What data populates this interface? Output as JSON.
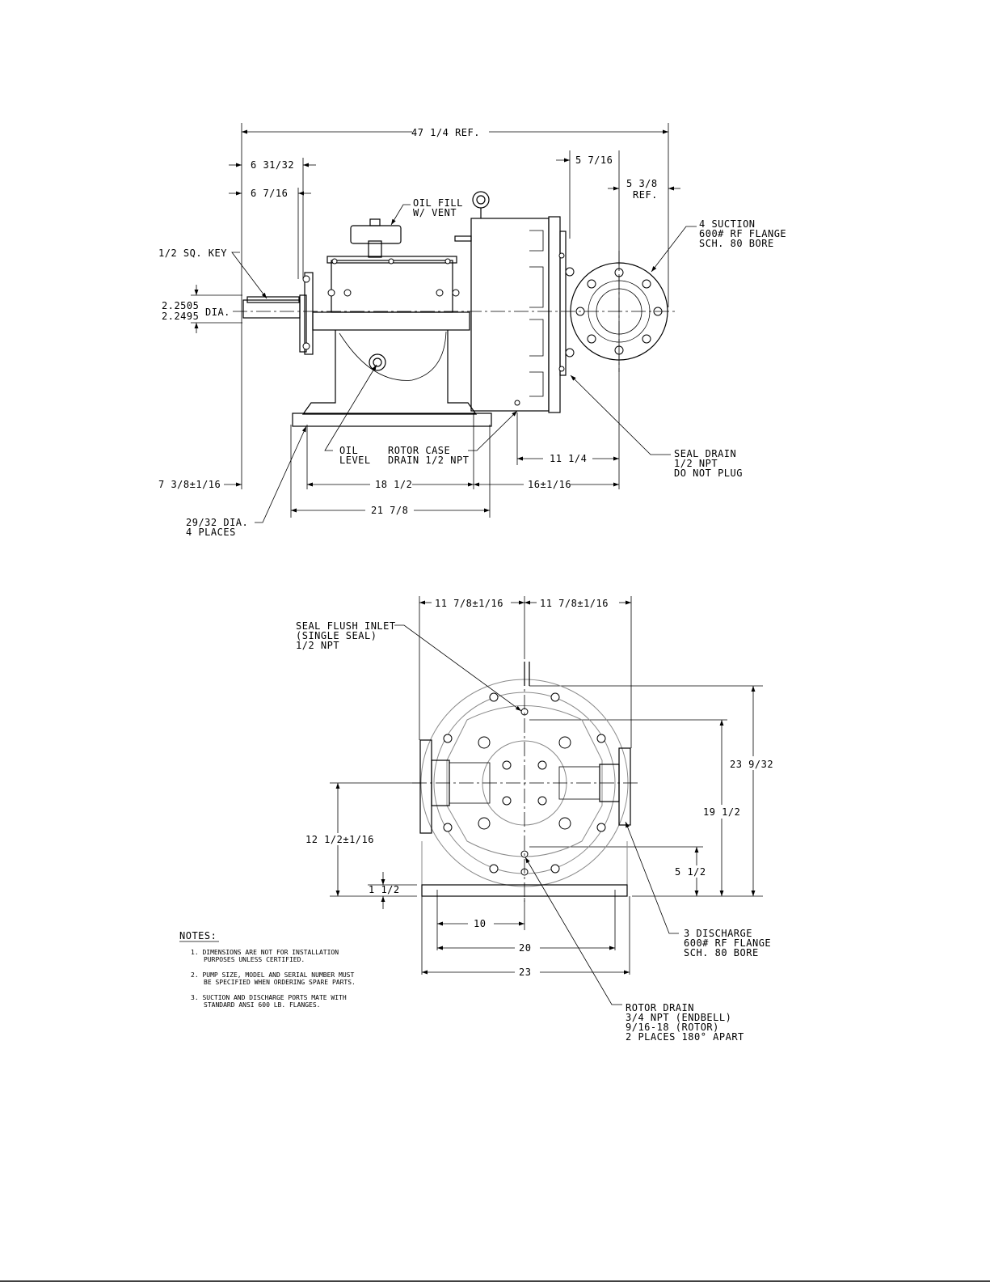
{
  "side_view": {
    "overall": "47 1/4  REF.",
    "d_6_31_32": "6 31/32",
    "d_6_7_16": "6 7/16",
    "d_5_7_16": "5 7/16",
    "d_5_3_8": "5 3/8",
    "d_ref": "REF.",
    "key": "1/2 SQ. KEY",
    "dia_hi": "2.2505",
    "dia_lo": "2.2495",
    "dia": "DIA.",
    "oil_fill_1": "OIL FILL",
    "oil_fill_2": "W/ VENT",
    "suction_1": "4 SUCTION",
    "suction_2": "600# RF FLANGE",
    "suction_3": "SCH. 80 BORE",
    "oil_level_1": "OIL",
    "oil_level_2": "LEVEL",
    "rotor_case_1": "ROTOR CASE",
    "rotor_case_2": "DRAIN 1/2 NPT",
    "d_11_1_4": "11 1/4",
    "seal_drain_1": "SEAL DRAIN",
    "seal_drain_2": "1/2 NPT",
    "seal_drain_3": "DO NOT PLUG",
    "d_7_3_8": "7 3/8±1/16",
    "d_18_1_2": "18 1/2",
    "d_16": "16±1/16",
    "d_21_7_8": "21 7/8",
    "holes_1": "29/32 DIA.",
    "holes_2": "4 PLACES"
  },
  "end_view": {
    "d_left": "11 7/8±1/16",
    "d_right": "11 7/8±1/16",
    "seal_flush_1": "SEAL FLUSH INLET",
    "seal_flush_2": "(SINGLE SEAL)",
    "seal_flush_3": "1/2 NPT",
    "d_23_9_32": "23 9/32",
    "d_19_1_2": "19 1/2",
    "d_12_1_2": "12 1/2±1/16",
    "d_5_1_2": "5 1/2",
    "d_1_1_2": "1 1/2",
    "d_10": "10",
    "d_20": "20",
    "d_23": "23",
    "discharge_1": "3 DISCHARGE",
    "discharge_2": "600# RF FLANGE",
    "discharge_3": "SCH. 80 BORE",
    "rotor_drain_1": "ROTOR DRAIN",
    "rotor_drain_2": "3/4 NPT (ENDBELL)",
    "rotor_drain_3": "9/16-18 (ROTOR)",
    "rotor_drain_4": "2 PLACES 180° APART"
  },
  "notes": {
    "title": "NOTES:",
    "n1_a": "1.  DIMENSIONS ARE NOT FOR INSTALLATION",
    "n1_b": "PURPOSES UNLESS CERTIFIED.",
    "n2_a": "2.  PUMP SIZE, MODEL AND SERIAL NUMBER MUST",
    "n2_b": "BE SPECIFIED WHEN ORDERING SPARE PARTS.",
    "n3_a": "3.  SUCTION AND DISCHARGE PORTS MATE WITH",
    "n3_b": "STANDARD ANSI 600 LB. FLANGES."
  }
}
